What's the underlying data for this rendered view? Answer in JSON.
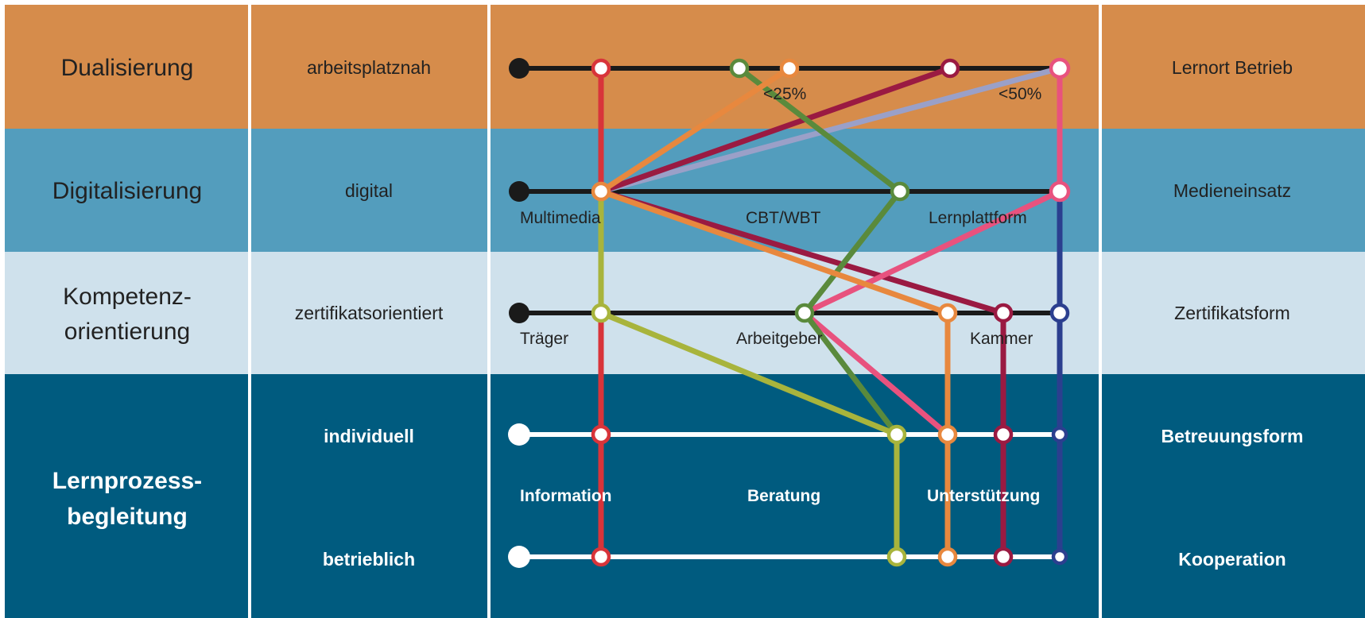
{
  "colors": {
    "orange_band": "#d68c4b",
    "blue_band": "#539dbd",
    "light_band": "#cfe1ec",
    "dark_band": "#005b7f",
    "separator": "#ffffff",
    "track_dark": "#1a1a1a",
    "track_light": "#ffffff"
  },
  "rows": [
    {
      "id": "dualisierung",
      "dimension_lines": [
        "Dualisierung"
      ],
      "level": "arbeitsplatznah",
      "category": "Lernort Betrieb"
    },
    {
      "id": "digitalisierung",
      "dimension_lines": [
        "Digitalisierung"
      ],
      "level": "digital",
      "category": "Medieneinsatz"
    },
    {
      "id": "kompetenz",
      "dimension_lines": [
        "Kompetenz-",
        "orientierung"
      ],
      "level": "zertifikatsorientiert",
      "category": "Zertifikatsform"
    },
    {
      "id": "lernprozess",
      "dimension_lines": [
        "Lernprozess-",
        "begleitung"
      ],
      "level": "individuell",
      "category": "Betreuungsform"
    },
    {
      "id": "lernprozess2",
      "level": "betrieblich",
      "category": "Kooperation"
    }
  ],
  "stop_labels": [
    {
      "row": 1,
      "text": "Multimedia"
    },
    {
      "row": 1,
      "text": "CBT/WBT"
    },
    {
      "row": 1,
      "text": "Lernplattform"
    },
    {
      "row": 2,
      "text": "Träger"
    },
    {
      "row": 2,
      "text": "Arbeitgeber"
    },
    {
      "row": 2,
      "text": "Kammer"
    },
    {
      "row": 3,
      "text": "Information"
    },
    {
      "row": 3,
      "text": "Beratung"
    },
    {
      "row": 3,
      "text": "Unterstützung"
    }
  ],
  "percent_labels": [
    "<25%",
    "<50%"
  ],
  "lines": [
    {
      "id": "red",
      "color": "#d8343a"
    },
    {
      "id": "olive",
      "color": "#a8b43c"
    },
    {
      "id": "orange",
      "color": "#e8883e"
    },
    {
      "id": "green",
      "color": "#5a8a3c"
    },
    {
      "id": "maroon",
      "color": "#9a1a42"
    },
    {
      "id": "pink",
      "color": "#e8527e"
    },
    {
      "id": "navy",
      "color": "#2b3f8f"
    },
    {
      "id": "lavender",
      "color": "#9aa0c8"
    }
  ]
}
